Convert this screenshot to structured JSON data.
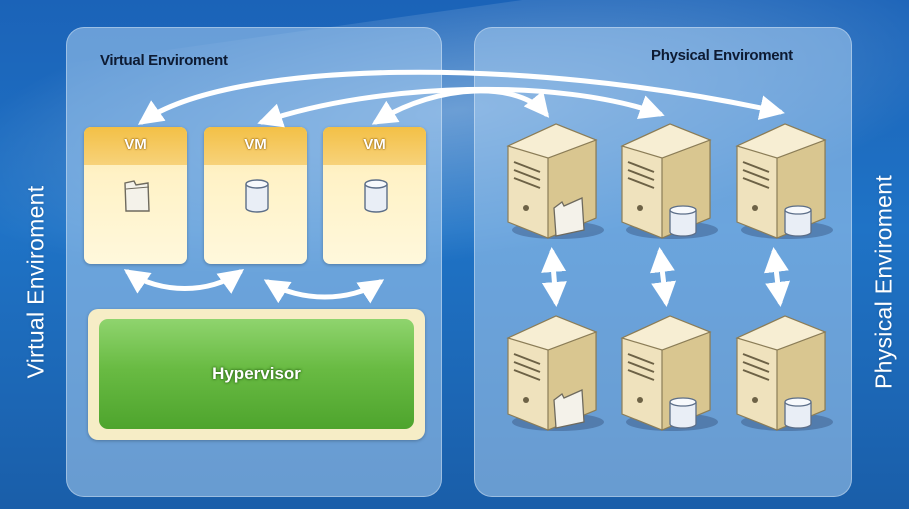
{
  "virtual_panel": {
    "title": "Virtual Enviroment"
  },
  "physical_panel": {
    "title": "Physical Enviroment"
  },
  "side_labels": {
    "left": "Virtual Enviroment",
    "right": "Physical Enviroment"
  },
  "vms": [
    {
      "label": "VM",
      "icon": "folder-icon"
    },
    {
      "label": "VM",
      "icon": "database-icon"
    },
    {
      "label": "VM",
      "icon": "database-icon"
    }
  ],
  "hypervisor": {
    "label": "Hypervisor"
  },
  "servers": [
    {
      "icon": "folder-icon"
    },
    {
      "icon": "database-icon"
    },
    {
      "icon": "database-icon"
    },
    {
      "icon": "folder-icon"
    },
    {
      "icon": "database-icon"
    },
    {
      "icon": "database-icon"
    }
  ],
  "colors": {
    "background": "#1f73c6",
    "vm_header": "#f3c046",
    "vm_body": "#fff2c6",
    "hypervisor": "#69bb43",
    "server_beige": "#e6d5a8"
  }
}
